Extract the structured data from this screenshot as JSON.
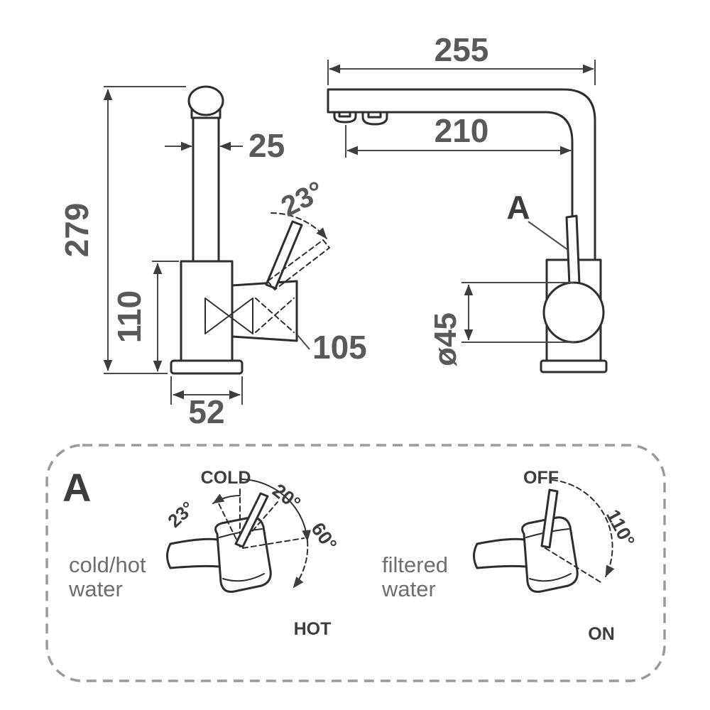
{
  "drawing": {
    "front": {
      "height": "279",
      "spout_width": "25",
      "body_height": "110",
      "handle_length": "105",
      "base_width": "52",
      "handle_angle": "23°"
    },
    "side": {
      "reach_total": "255",
      "reach_aerator": "210",
      "detail_ref": "A",
      "body_diameter": "ø45"
    },
    "detail": {
      "ref": "A",
      "mixer": {
        "cold": "COLD",
        "hot": "HOT",
        "angle_open": "20°",
        "angle_swivel": "60°",
        "angle_back": "23°",
        "caption1": "cold/hot",
        "caption2": "water"
      },
      "filter": {
        "off": "OFF",
        "on": "ON",
        "angle": "110°",
        "caption1": "filtered",
        "caption2": "water"
      }
    }
  },
  "colors": {
    "line": "#2e2e2e",
    "dimension_text": "#595959",
    "label_text": "#3d3d3d",
    "caption_text": "#6e6e6e",
    "panel_border": "#9a9a9a",
    "background": "#ffffff"
  }
}
